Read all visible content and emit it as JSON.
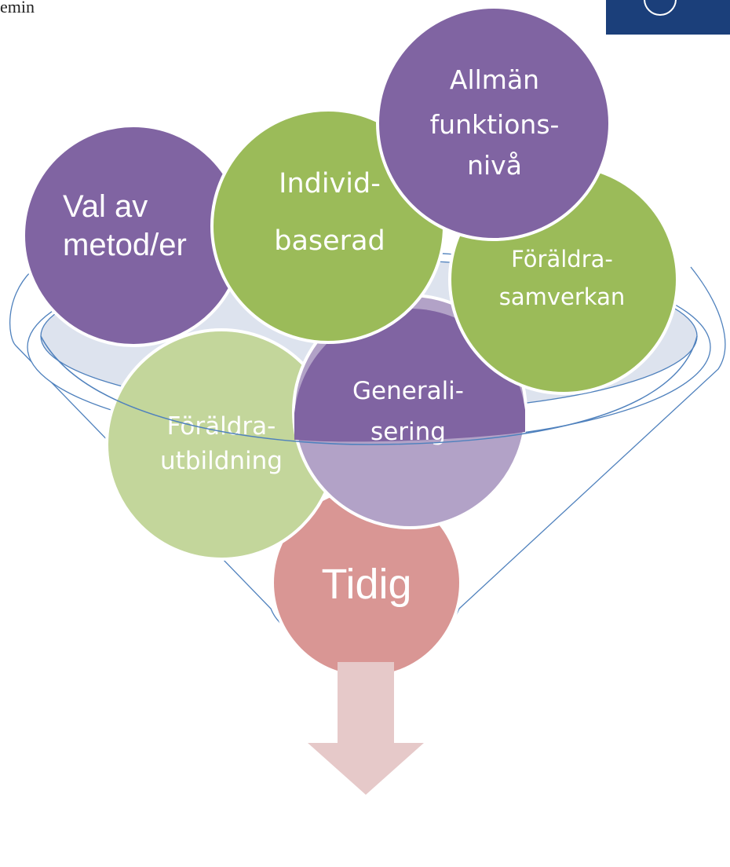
{
  "header": {
    "corner_text": "emin",
    "logo_icon": "university-seal-logo"
  },
  "colors": {
    "purple": "#8064a2",
    "green": "#9bbb59",
    "light_green": "#c3d69b",
    "light_purple": "#b2a2c7",
    "rose": "#d99694",
    "arrow": "#e6c9c9",
    "funnel_stroke": "#4f81bd",
    "rim_fill": "#dde3ee"
  },
  "funnel": {
    "circles": [
      {
        "id": "val-av-metod",
        "lines": [
          "Val av",
          "metod/er"
        ],
        "color": "purple"
      },
      {
        "id": "individbaserad",
        "lines": [
          "Individ-",
          "baserad"
        ],
        "color": "green"
      },
      {
        "id": "allman-funktionsniva",
        "lines": [
          "Allmän",
          "funktions-",
          "nivå"
        ],
        "color": "purple"
      },
      {
        "id": "foraldrasamverkan",
        "lines": [
          "Föräldra-",
          "samverkan"
        ],
        "color": "green"
      },
      {
        "id": "foraldrautbildning",
        "lines": [
          "Föräldra-",
          "utbildning"
        ],
        "color": "light_green"
      },
      {
        "id": "generalisering",
        "lines": [
          "Generali-",
          "sering"
        ],
        "color": "purple"
      },
      {
        "id": "tidig",
        "lines": [
          "Tidig"
        ],
        "color": "rose"
      }
    ]
  },
  "arrow_icon": "down-arrow-icon"
}
